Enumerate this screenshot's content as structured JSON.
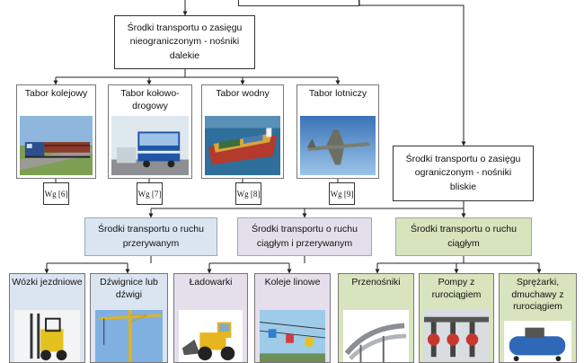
{
  "nodes": {
    "unlimited": "Środki transportu o zasięgu nieograniczonym - nośniki dalekie",
    "limited": "Środki transportu o zasięgu ograniczonym - nośniki bliskie",
    "interrupted": "Środki transportu o ruchu przerywanym",
    "mixed": "Środki transportu o ruchu ciągłym i przerywanym",
    "continuous": "Środki transportu o ruchu ciągłym"
  },
  "cards": [
    {
      "label": "Tabor kolejowy",
      "ref": "Wg [6]",
      "icon": "train-photo"
    },
    {
      "label": "Tabor kołowo-drogowy",
      "ref": "Wg [7]",
      "icon": "truck-photo"
    },
    {
      "label": "Tabor wodny",
      "ref": "Wg [8]",
      "icon": "ship-photo"
    },
    {
      "label": "Tabor lotniczy",
      "ref": "Wg [9]",
      "icon": "aircraft-photo"
    }
  ],
  "leaves": [
    {
      "label": "Wózki jezdniowe",
      "icon": "forklift-photo"
    },
    {
      "label": "Dźwignice lub dźwigi",
      "icon": "crane-photo"
    },
    {
      "label": "Ładowarki",
      "icon": "loader-photo"
    },
    {
      "label": "Koleje linowe",
      "icon": "cable-car-photo"
    },
    {
      "label": "Przenośniki",
      "icon": "conveyor-photo"
    },
    {
      "label": "Pompy z rurociągiem",
      "icon": "pump-photo"
    },
    {
      "label": "Sprężarki, dmuchawy z rurociągiem",
      "icon": "compressor-photo"
    }
  ],
  "colors": {
    "interrupted": "#dbe5f1",
    "mixed": "#e5dfec",
    "continuous": "#d7e4bd"
  }
}
